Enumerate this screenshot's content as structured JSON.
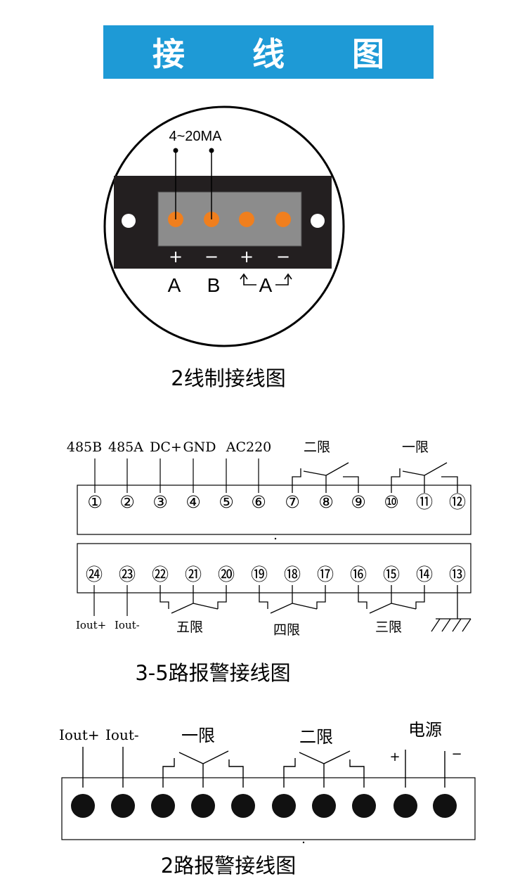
{
  "banner": {
    "title": "接 线 图"
  },
  "colors": {
    "banner": "#1e9ad6",
    "terminal_dot": "#f07f1e",
    "block": "#231f20",
    "terminal": "#8c8c8c"
  },
  "two_wire": {
    "signal_label": "4~20MA",
    "signs": [
      "+",
      "−",
      "+",
      "−"
    ],
    "labels": {
      "a": "A",
      "b": "B",
      "a_ac": "A"
    },
    "caption": "2线制接线图"
  },
  "alarm35": {
    "top_labels": {
      "b485": "485B",
      "a485": "485A",
      "dc": "DC+",
      "gnd": "GND",
      "ac": "AC220",
      "lim2": "二限",
      "lim1": "一限"
    },
    "top_numbers": [
      "①",
      "②",
      "③",
      "④",
      "⑤",
      "⑥",
      "⑦",
      "⑧",
      "⑨",
      "⑩",
      "⑪",
      "⑫"
    ],
    "bottom_numbers": [
      "㉔",
      "㉓",
      "㉒",
      "㉑",
      "⑳",
      "⑲",
      "⑱",
      "⑰",
      "⑯",
      "⑮",
      "⑭",
      "⑬"
    ],
    "bottom_labels": {
      "iout_plus": "Iout+",
      "iout_minus": "Iout-",
      "lim5": "五限",
      "lim4": "四限",
      "lim3": "三限"
    },
    "caption": "3-5路报警接线图"
  },
  "alarm2": {
    "labels": {
      "iout_plus": "Iout+",
      "iout_minus": "Iout-",
      "lim1": "一限",
      "lim2": "二限",
      "power": "电源",
      "plus": "+",
      "minus": "−"
    },
    "caption": "2路报警接线图"
  }
}
